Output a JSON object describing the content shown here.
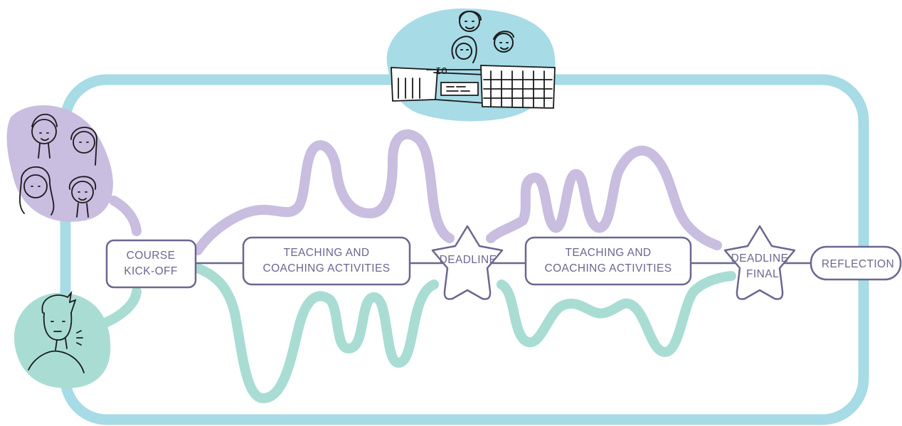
{
  "colors": {
    "frame": "#a7dbe6",
    "purple": "#c9bde0",
    "teal": "#a9ddd3",
    "outline": "#6b6790",
    "text": "#6b6790",
    "sketch": "#1a1a1a"
  },
  "stages": {
    "kickoff": {
      "line1": "COURSE",
      "line2": "KICK-OFF"
    },
    "teaching1": {
      "line1": "TEACHING AND",
      "line2": "COACHING ACTIVITIES"
    },
    "deadline": {
      "label": "DEADLINE"
    },
    "teaching2": {
      "line1": "TEACHING AND",
      "line2": "COACHING ACTIVITIES"
    },
    "deadline_final": {
      "line1": "DEADLINE",
      "line2": "FINAL"
    },
    "reflection": {
      "label": "REFLECTION"
    }
  },
  "illustrations": {
    "building_sign": "IO",
    "icons": [
      "teachers-group-icon",
      "school-building-icon",
      "student-group-icon",
      "single-student-icon"
    ]
  }
}
